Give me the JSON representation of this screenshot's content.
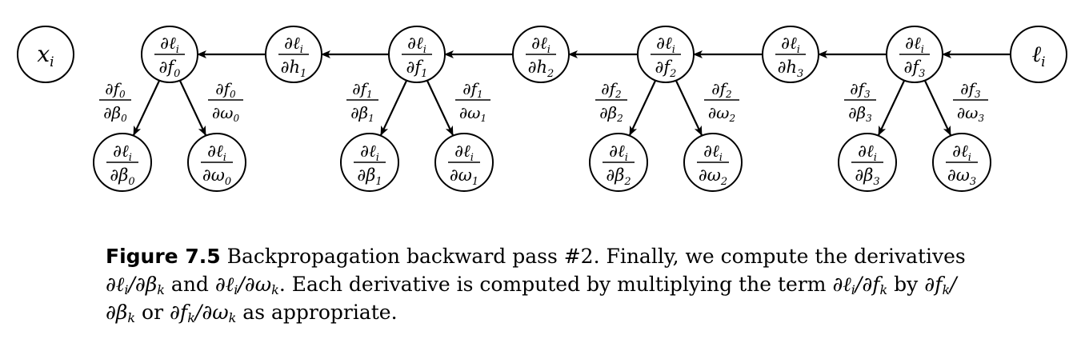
{
  "diagram": {
    "input_node": "x_i",
    "loss_node": "ℓ_i",
    "chain": [
      {
        "num": "∂ℓ",
        "num_sub": "i",
        "den": "∂f",
        "den_sub": "0"
      },
      {
        "num": "∂ℓ",
        "num_sub": "i",
        "den": "∂h",
        "den_sub": "1"
      },
      {
        "num": "∂ℓ",
        "num_sub": "i",
        "den": "∂f",
        "den_sub": "1"
      },
      {
        "num": "∂ℓ",
        "num_sub": "i",
        "den": "∂h",
        "den_sub": "2"
      },
      {
        "num": "∂ℓ",
        "num_sub": "i",
        "den": "∂f",
        "den_sub": "2"
      },
      {
        "num": "∂ℓ",
        "num_sub": "i",
        "den": "∂h",
        "den_sub": "3"
      },
      {
        "num": "∂ℓ",
        "num_sub": "i",
        "den": "∂f",
        "den_sub": "3"
      }
    ],
    "groups": [
      {
        "k": "0",
        "edge_beta": {
          "num": "∂f",
          "num_sub": "0",
          "den": "∂β",
          "den_sub": "0"
        },
        "edge_omega": {
          "num": "∂f",
          "num_sub": "0",
          "den": "∂ω",
          "den_sub": "0"
        },
        "leaf_beta": {
          "num": "∂ℓ",
          "num_sub": "i",
          "den": "∂β",
          "den_sub": "0"
        },
        "leaf_omega": {
          "num": "∂ℓ",
          "num_sub": "i",
          "den": "∂ω",
          "den_sub": "0"
        }
      },
      {
        "k": "1",
        "edge_beta": {
          "num": "∂f",
          "num_sub": "1",
          "den": "∂β",
          "den_sub": "1"
        },
        "edge_omega": {
          "num": "∂f",
          "num_sub": "1",
          "den": "∂ω",
          "den_sub": "1"
        },
        "leaf_beta": {
          "num": "∂ℓ",
          "num_sub": "i",
          "den": "∂β",
          "den_sub": "1"
        },
        "leaf_omega": {
          "num": "∂ℓ",
          "num_sub": "i",
          "den": "∂ω",
          "den_sub": "1"
        }
      },
      {
        "k": "2",
        "edge_beta": {
          "num": "∂f",
          "num_sub": "2",
          "den": "∂β",
          "den_sub": "2"
        },
        "edge_omega": {
          "num": "∂f",
          "num_sub": "2",
          "den": "∂ω",
          "den_sub": "2"
        },
        "leaf_beta": {
          "num": "∂ℓ",
          "num_sub": "i",
          "den": "∂β",
          "den_sub": "2"
        },
        "leaf_omega": {
          "num": "∂ℓ",
          "num_sub": "i",
          "den": "∂ω",
          "den_sub": "2"
        }
      },
      {
        "k": "3",
        "edge_beta": {
          "num": "∂f",
          "num_sub": "3",
          "den": "∂β",
          "den_sub": "3"
        },
        "edge_omega": {
          "num": "∂f",
          "num_sub": "3",
          "den": "∂ω",
          "den_sub": "3"
        },
        "leaf_beta": {
          "num": "∂ℓ",
          "num_sub": "i",
          "den": "∂β",
          "den_sub": "3"
        },
        "leaf_omega": {
          "num": "∂ℓ",
          "num_sub": "i",
          "den": "∂ω",
          "den_sub": "3"
        }
      }
    ]
  },
  "caption": {
    "label": "Figure 7.5",
    "text_1": " Backpropagation backward pass #2. Finally, we compute the derivatives ",
    "expr_1": "∂ℓ",
    "expr_1_sub": "i",
    "expr_1b": "/∂β",
    "expr_1b_sub": "k",
    "text_2": " and ",
    "expr_2": "∂ℓ",
    "expr_2_sub": "i",
    "expr_2b": "/∂ω",
    "expr_2b_sub": "k",
    "text_3": ". Each derivative is computed by multiplying the term ",
    "expr_3": "∂ℓ",
    "expr_3_sub": "i",
    "expr_3b": "/∂f",
    "expr_3b_sub": "k",
    "text_4": " by ",
    "expr_4": "∂f",
    "expr_4_sub": "k",
    "expr_4b": "/∂β",
    "expr_4b_sub": "k",
    "text_5": " or ",
    "expr_5": "∂f",
    "expr_5_sub": "k",
    "expr_5b": "/∂ω",
    "expr_5b_sub": "k",
    "text_6": " as appropriate."
  }
}
